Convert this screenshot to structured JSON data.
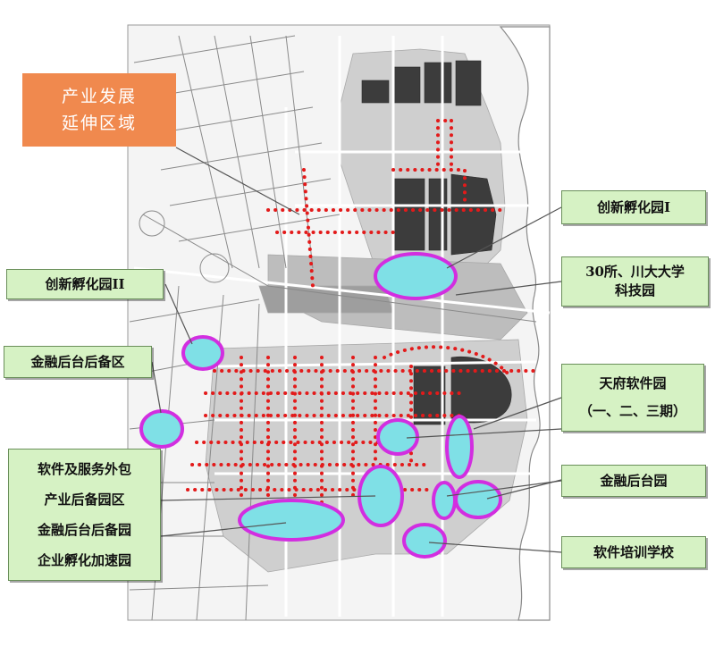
{
  "title_box": {
    "line1": "产业发展",
    "line2": "延伸区域"
  },
  "labels": {
    "incubator1": "创新孵化园I",
    "incubator2": "创新孵化园II",
    "institute": {
      "line1": "30所、川大大学",
      "line2": "科技园"
    },
    "finance_backup_zone": "金融后台后备区",
    "tianfu": {
      "line1": "天府软件园",
      "line2": "（一、二、三期）"
    },
    "outsourcing": {
      "line1": "软件及服务外包",
      "line2": "产业后备园区",
      "line3": "金融后台后备园",
      "line4": "企业孵化加速园"
    },
    "finance_park": "金融后台园",
    "training_school": "软件培训学校"
  },
  "colors": {
    "highlight_fill": "#7fe0e6",
    "highlight_ring": "#d22ee0",
    "dots": "#e31a1a",
    "dark_blocks": "#3c3c3c",
    "label_bg": "#d6f2c4",
    "title_bg": "#f0894e"
  }
}
